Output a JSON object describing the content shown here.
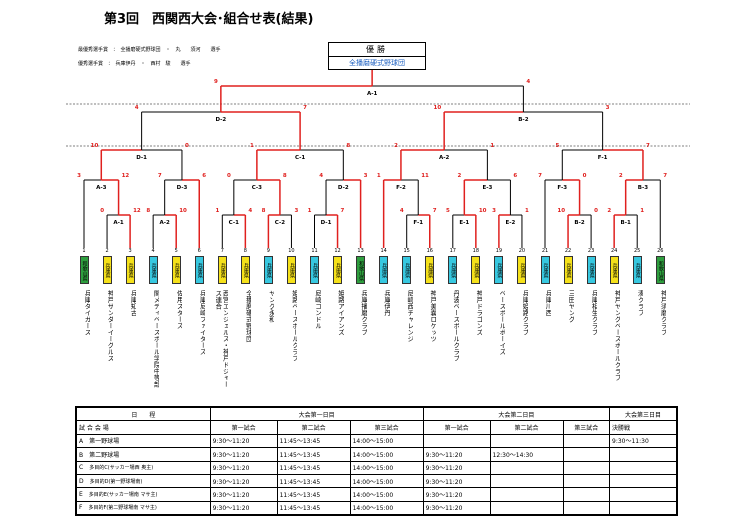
{
  "title": "第3回　西関西大会･組合せ表(結果)",
  "mvp": {
    "best": "最優秀選手賞　：　全播磨硬式野球団　・　丸　　須河　　選手",
    "excellent": "優秀選手賞　：　兵庫伊丹　・　西村　駿　　選手"
  },
  "champion": {
    "label": "優勝",
    "team": "全播磨硬式野球団"
  },
  "final": {
    "code": "A-1",
    "left_score": "9",
    "right_score": "4"
  },
  "semis": [
    {
      "code": "D-2",
      "left": "4",
      "right": "7"
    },
    {
      "code": "B-2",
      "left": "10",
      "right": "3"
    }
  ],
  "quarters": [
    {
      "code": "D-1",
      "left": "10",
      "right": "0"
    },
    {
      "code": "C-1",
      "left": "1",
      "right": "8"
    },
    {
      "code": "A-2",
      "left": "2",
      "right": "1"
    },
    {
      "code": "F-1",
      "left": "5",
      "right": "7"
    }
  ],
  "r2": [
    {
      "code": "A-3",
      "left": "3",
      "right": "12"
    },
    {
      "code": "D-3",
      "left": "7",
      "right": "6"
    },
    {
      "code": "C-3",
      "left": "0",
      "right": "8"
    },
    {
      "code": "D-2",
      "left": "4",
      "right": "3"
    },
    {
      "code": "F-2",
      "left": "1",
      "right": "11"
    },
    {
      "code": "E-3",
      "left": "2",
      "right": "6"
    },
    {
      "code": "F-3",
      "left": "7",
      "right": "0"
    },
    {
      "code": "B-3",
      "left": "2",
      "right": "7"
    }
  ],
  "r1": [
    {
      "code": "A-1",
      "left": "0",
      "right": "12"
    },
    {
      "code": "A-2",
      "left": "8",
      "right": "10"
    },
    {
      "code": "C-1",
      "left": "1",
      "right": "4"
    },
    {
      "code": "C-2",
      "left": "8",
      "right": "3"
    },
    {
      "code": "D-1",
      "left": "1",
      "right": "7"
    },
    {
      "code": "F-1",
      "left": "4",
      "right": "7"
    },
    {
      "code": "E-1",
      "left": "5",
      "right": "10"
    },
    {
      "code": "E-2",
      "left": "3",
      "right": "1"
    },
    {
      "code": "B-2",
      "left": "10",
      "right": "0"
    },
    {
      "code": "B-1",
      "left": "2",
      "right": "1"
    }
  ],
  "teams": [
    {
      "no": "1",
      "pref": "和歌山県",
      "name": "兵庫タイガース",
      "pc": "#2e9e3e"
    },
    {
      "no": "2",
      "pref": "兵庫県",
      "name": "神戸サンダーイーグルス",
      "pc": "#f5e11a"
    },
    {
      "no": "3",
      "pref": "兵庫県",
      "name": "兵庫知古",
      "pc": "#f5e11a"
    },
    {
      "no": "4",
      "pref": "兵庫県",
      "name": "関メディベースボール学院中等部",
      "pc": "#37c8e0"
    },
    {
      "no": "5",
      "pref": "兵庫県",
      "name": "佐用スターズ",
      "pc": "#f5e11a"
    },
    {
      "no": "6",
      "pref": "兵庫県",
      "name": "兵庫尼崎ファイターズ",
      "pc": "#37c8e0"
    },
    {
      "no": "7",
      "pref": "兵庫県",
      "name": "西宮エンジェルス・神戸ドジャース連合",
      "pc": "#f5e11a"
    },
    {
      "no": "8",
      "pref": "兵庫県",
      "name": "全播磨硬式野球団",
      "pc": "#f5e11a"
    },
    {
      "no": "9",
      "pref": "兵庫県",
      "name": "ヤング永和",
      "pc": "#37c8e0"
    },
    {
      "no": "10",
      "pref": "兵庫県",
      "name": "姫路ベースボールクラブ",
      "pc": "#f5e11a"
    },
    {
      "no": "11",
      "pref": "兵庫県",
      "name": "尼崎コンドル",
      "pc": "#37c8e0"
    },
    {
      "no": "12",
      "pref": "兵庫県",
      "name": "姫路アイアンズ",
      "pc": "#f5e11a"
    },
    {
      "no": "13",
      "pref": "和歌山県",
      "name": "兵庫播磨クラブ",
      "pc": "#2e9e3e"
    },
    {
      "no": "14",
      "pref": "兵庫県",
      "name": "兵庫伊丹",
      "pc": "#37c8e0"
    },
    {
      "no": "15",
      "pref": "兵庫県",
      "name": "尼崎西チャレンジ",
      "pc": "#37c8e0"
    },
    {
      "no": "16",
      "pref": "兵庫県",
      "name": "神戸美嚢ロケッツ",
      "pc": "#f5e11a"
    },
    {
      "no": "17",
      "pref": "兵庫県",
      "name": "丹波ベースボールクラブ",
      "pc": "#37c8e0"
    },
    {
      "no": "18",
      "pref": "兵庫県",
      "name": "神戸ドラゴンズ",
      "pc": "#f5e11a"
    },
    {
      "no": "19",
      "pref": "兵庫県",
      "name": "ベースボールボーイズ",
      "pc": "#37c8e0"
    },
    {
      "no": "20",
      "pref": "兵庫県",
      "name": "兵庫姫路クラブ",
      "pc": "#f5e11a"
    },
    {
      "no": "21",
      "pref": "兵庫県",
      "name": "兵庫川西",
      "pc": "#37c8e0"
    },
    {
      "no": "22",
      "pref": "兵庫県",
      "name": "三田ヤング",
      "pc": "#f5e11a"
    },
    {
      "no": "23",
      "pref": "兵庫県",
      "name": "兵庫相生クラブ",
      "pc": "#37c8e0"
    },
    {
      "no": "24",
      "pref": "兵庫県",
      "name": "神戸ヤングベースボールクラブ",
      "pc": "#f5e11a"
    },
    {
      "no": "25",
      "pref": "兵庫県",
      "name": "湊クラブ",
      "pc": "#37c8e0"
    },
    {
      "no": "26",
      "pref": "和歌山県",
      "name": "神戸須磨クラブ",
      "pc": "#2e9e3e"
    }
  ],
  "schedule": {
    "header1": [
      "日　　程",
      "大会第一日目",
      "大会第二日目",
      "大会第三日目"
    ],
    "header2": [
      "試 合 会 場",
      "第一試合",
      "第二試合",
      "第三試合",
      "第一試合",
      "第二試合",
      "第三試合",
      "決勝戦"
    ],
    "rows": [
      {
        "id": "A",
        "venue": "第一野球場",
        "cells": [
          "9:30～11:20",
          "11:45～13:45",
          "14:00～15:00",
          "",
          "",
          "",
          "9:30～11:30"
        ]
      },
      {
        "id": "B",
        "venue": "第二野球場",
        "cells": [
          "9:30～11:20",
          "11:45～13:45",
          "14:00～15:00",
          "9:30～11:20",
          "12:30～14:30",
          "",
          ""
        ]
      },
      {
        "id": "C",
        "venue": "多目的C(サッカー場西 奥主)",
        "cells": [
          "9:30～11:20",
          "11:45～13:45",
          "14:00～15:00",
          "9:30～11:20",
          "",
          "",
          ""
        ]
      },
      {
        "id": "D",
        "venue": "多目的D(第一野球場南)",
        "cells": [
          "9:30～11:20",
          "11:45～13:45",
          "14:00～15:00",
          "9:30～11:20",
          "",
          "",
          ""
        ]
      },
      {
        "id": "E",
        "venue": "多目的E(サッカー場南 マサ主)",
        "cells": [
          "9:30～11:20",
          "11:45～13:45",
          "14:00～15:00",
          "9:30～11:20",
          "",
          "",
          ""
        ]
      },
      {
        "id": "F",
        "venue": "多目的F(第二野球場南 マサ主)",
        "cells": [
          "9:30～11:20",
          "11:45～13:45",
          "14:00～15:00",
          "9:30～11:20",
          "",
          "",
          ""
        ]
      }
    ]
  },
  "colors": {
    "win": "#e0201e",
    "line": "#000000",
    "score": "#e0201e",
    "champ_text": "#1c5fc0"
  }
}
